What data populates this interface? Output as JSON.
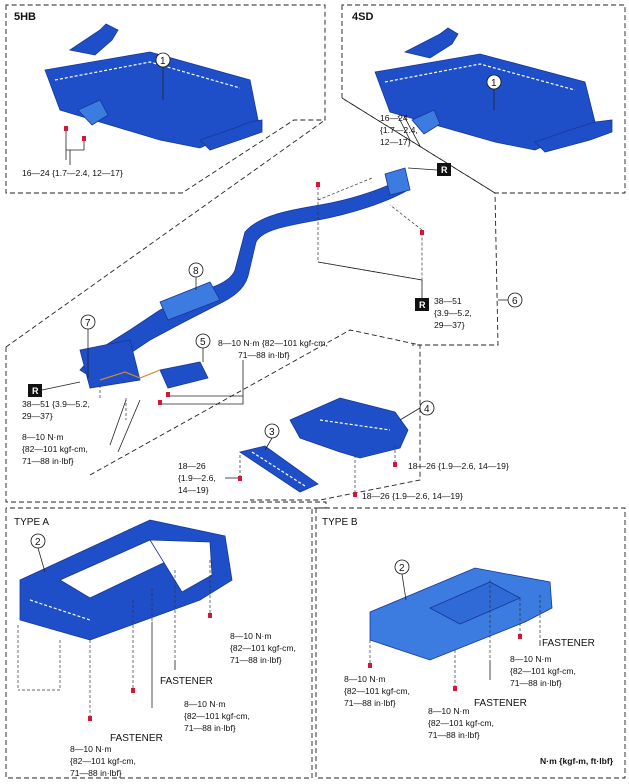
{
  "sections": {
    "hb": "5HB",
    "sd": "4SD",
    "type_a": "TYPE A",
    "type_b": "TYPE B"
  },
  "callouts": [
    "1",
    "1",
    "2",
    "2",
    "3",
    "4",
    "5",
    "6",
    "7",
    "8"
  ],
  "reuse_mark": "R",
  "torques": {
    "hb_flange": "16—24 {1.7—2.4, 12—17}",
    "sd_flange": [
      "16—24",
      "{1.7—2.4,",
      "12—17}"
    ],
    "mid_r": [
      "38—51",
      "{3.9—5.2,",
      "29—37}"
    ],
    "front_r": [
      "38—51 {3.9—5.2,",
      "29—37}"
    ],
    "hanger_top": [
      "8—10 N·m {82—101 kgf-cm,",
      "71—88 in·lbf}"
    ],
    "hanger_left": [
      "8—10 N·m",
      "{82—101 kgf-cm,",
      "71—88 in·lbf}"
    ],
    "brace3": [
      "18—26",
      "{1.9—2.6,",
      "14—19}"
    ],
    "brace4_a": "18—26 {1.9—2.6, 14—19}",
    "brace4_b": "18—26 {1.9—2.6, 14—19}",
    "cover_nm": [
      "8—10 N·m",
      "{82—101 kgf-cm,",
      "71—88 in·lbf}"
    ]
  },
  "fastener": "FASTENER",
  "units_note": "N·m {kgf-m, ft·lbf}",
  "colors": {
    "part": "#1f4fc8",
    "part_dark": "#16379a",
    "part_light": "#3c7be0",
    "bolt": "#d4163a"
  }
}
